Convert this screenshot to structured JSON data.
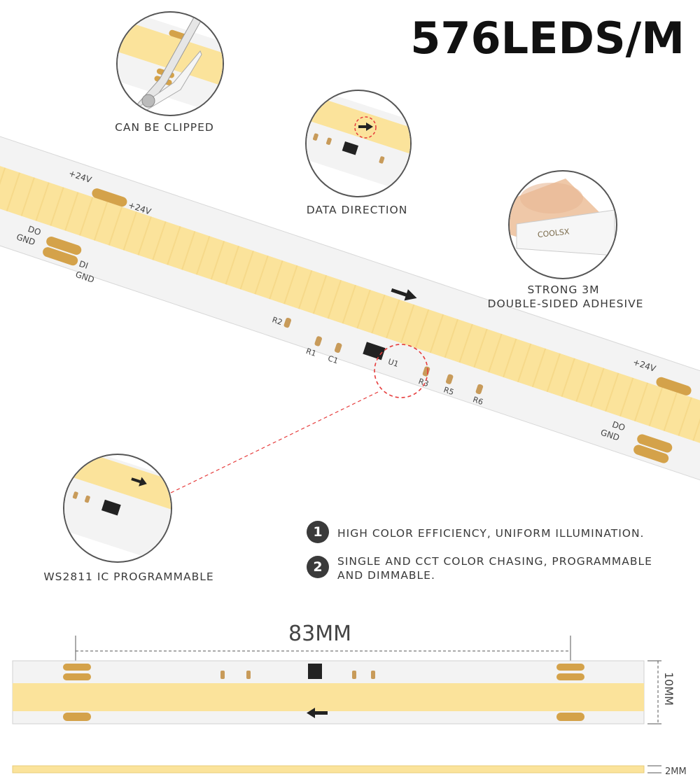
{
  "headline": "576LEDS/M",
  "captions": {
    "clipped": "CAN BE CLIPPED",
    "data_direction": "DATA DIRECTION",
    "adhesive_line1": "STRONG 3M",
    "adhesive_line2": "DOUBLE-SIDED ADHESIVE",
    "ic": "WS2811 IC PROGRAMMABLE"
  },
  "features": [
    {
      "num": "1",
      "text": "HIGH COLOR EFFICIENCY, UNIFORM ILLUMINATION."
    },
    {
      "num": "2",
      "text_line1": "SINGLE AND CCT COLOR CHASING, PROGRAMMABLE",
      "text_line2": "AND DIMMABLE."
    }
  ],
  "strip_labels": {
    "v24": "+24V",
    "do": "DO",
    "gnd": "GND",
    "di": "DI",
    "r1": "R1",
    "r2": "R2",
    "r3": "R3",
    "r5": "R5",
    "r6": "R6",
    "c1": "C1",
    "u1": "U1"
  },
  "adhesive_tape_text": "COOLSX",
  "dimensions": {
    "length": "83MM",
    "width": "10MM",
    "thickness": "2MM"
  },
  "colors": {
    "led": "#fbe39b",
    "pad": "#d4a24a",
    "pcb": "#f4f4f4",
    "red_dash": "#e63c3c"
  }
}
